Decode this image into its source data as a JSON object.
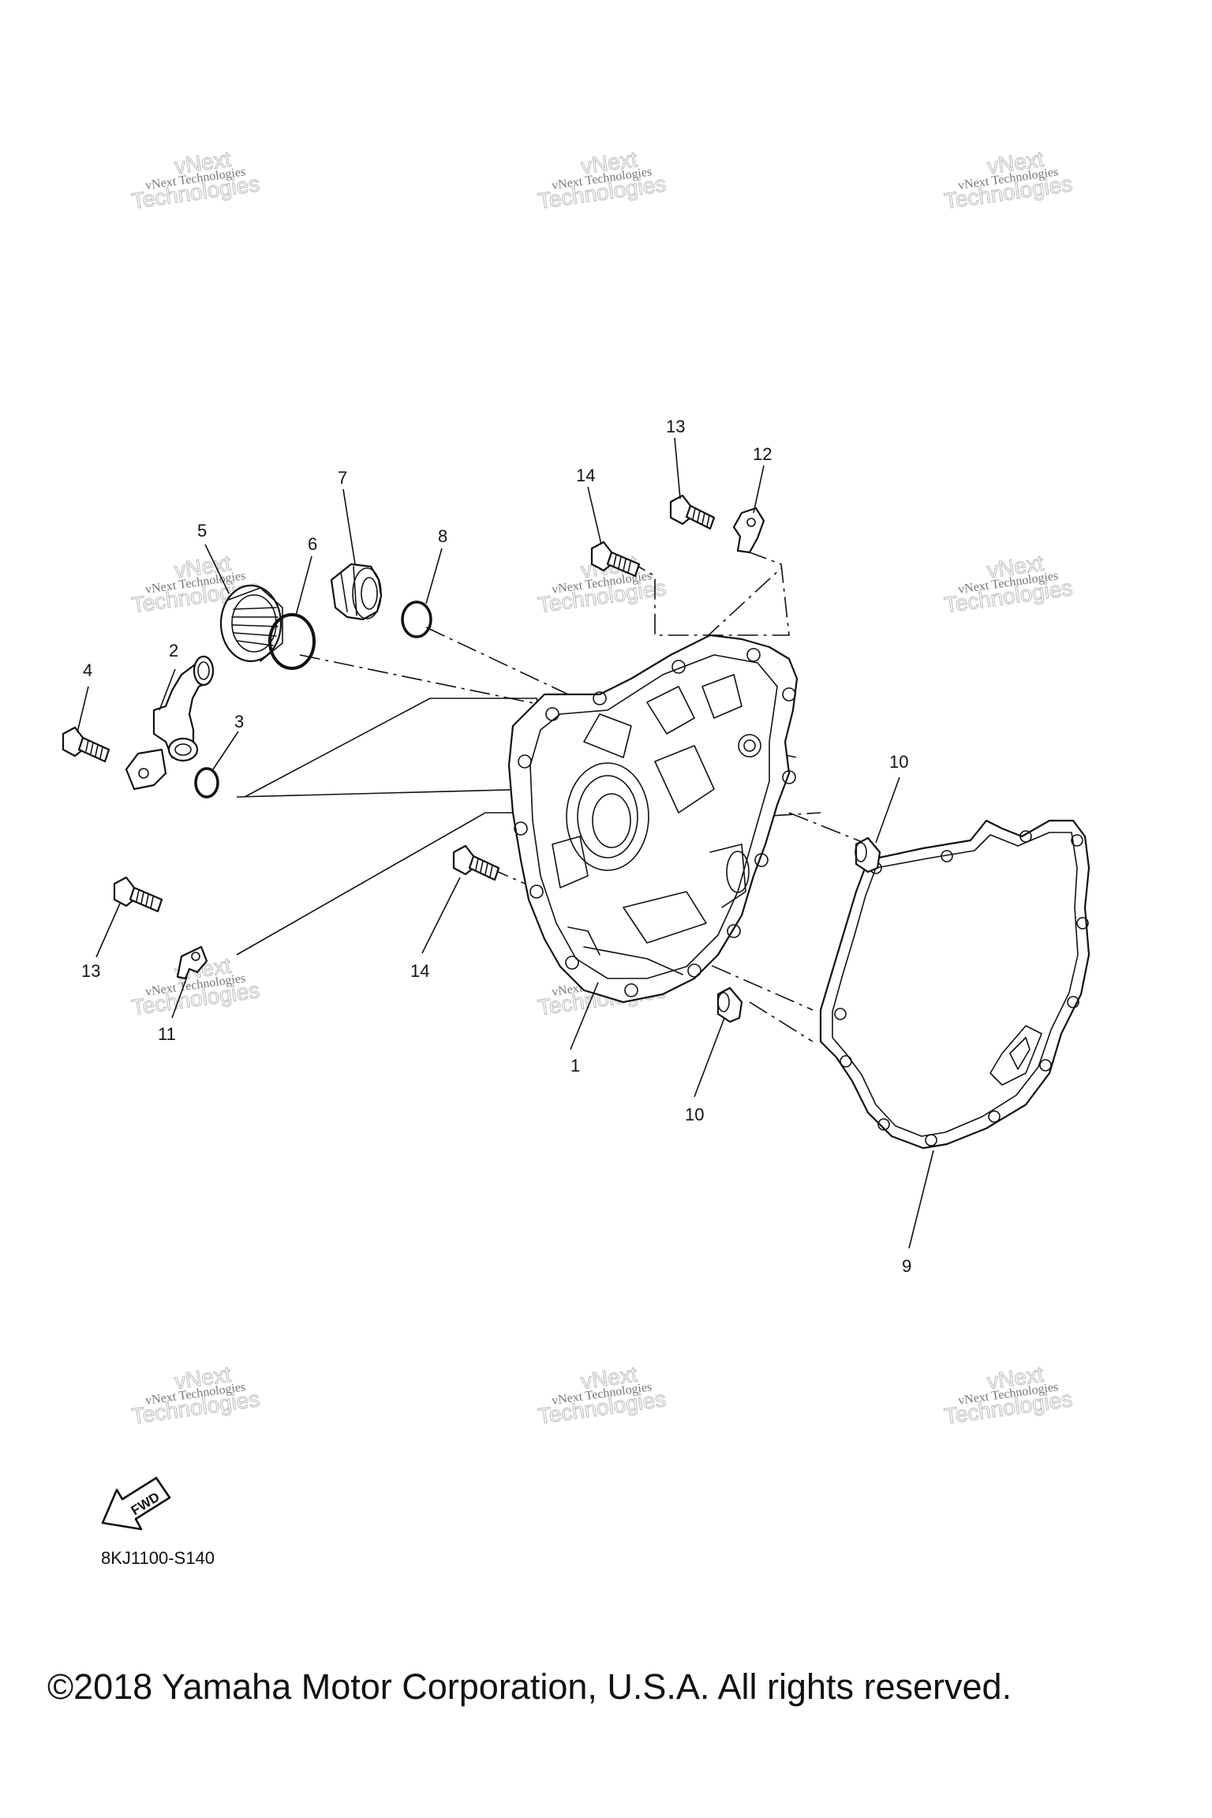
{
  "watermark": {
    "line1": "vNext Technologies",
    "line2": "vNext",
    "line3": "Technologies"
  },
  "callouts": [
    "1",
    "2",
    "3",
    "4",
    "5",
    "6",
    "7",
    "8",
    "9",
    "10",
    "10",
    "11",
    "12",
    "13",
    "13",
    "14",
    "14"
  ],
  "fwd_label": "FWD",
  "diagram_code": "8KJ1100-S140",
  "copyright": "©2018 Yamaha Motor Corporation, U.S.A. All rights reserved.",
  "colors": {
    "line": "#111111",
    "watermark": "#888888",
    "background": "#ffffff"
  }
}
